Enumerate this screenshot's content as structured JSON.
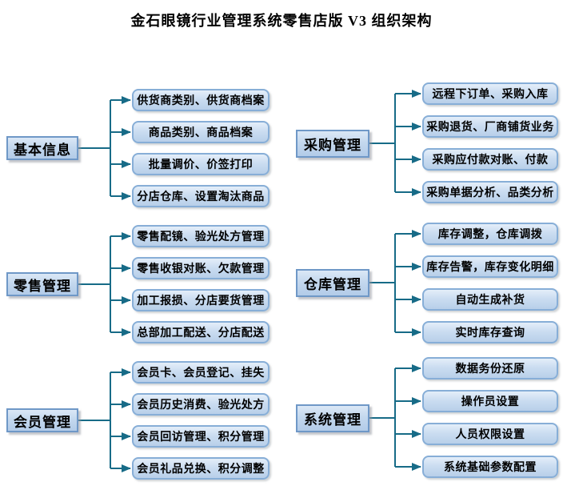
{
  "title": "金石眼镜行业管理系统零售店版 V3  组织架构",
  "colors": {
    "connector_line": "#176b87",
    "child_box_border": "#87aed7",
    "parent_box_border": "#6f98c7",
    "box_fill_top": "#e4eef9",
    "box_fill_bottom": "#b8cfe9"
  },
  "groups": [
    {
      "label": "基本信息",
      "children": [
        "供货商类别、供货商档案",
        "商品类别、商品档案",
        "批量调价、价签打印",
        "分店仓库、设置淘汰商品"
      ]
    },
    {
      "label": "零售管理",
      "children": [
        "零售配镜、验光处方管理",
        "零售收银对账、欠款管理",
        "加工报损、分店要货管理",
        "总部加工配送、分店配送"
      ]
    },
    {
      "label": "会员管理",
      "children": [
        "会员卡、会员登记、挂失",
        "会员历史消费、验光处方",
        "会员回访管理、积分管理",
        "会员礼品兑换、积分调整"
      ]
    },
    {
      "label": "采购管理",
      "children": [
        "远程下订单、采购入库",
        "采购退货、厂商铺货业务",
        "采购应付款对账、付款",
        "采购单据分析、品类分析"
      ]
    },
    {
      "label": "仓库管理",
      "children": [
        "库存调整，仓库调拨",
        "库存告警，库存变化明细",
        "自动生成补货",
        "实时库存查询"
      ]
    },
    {
      "label": "系统管理",
      "children": [
        "数据务份还原",
        "操作员设置",
        "人员权限设置",
        "系统基础参数配置"
      ]
    }
  ]
}
